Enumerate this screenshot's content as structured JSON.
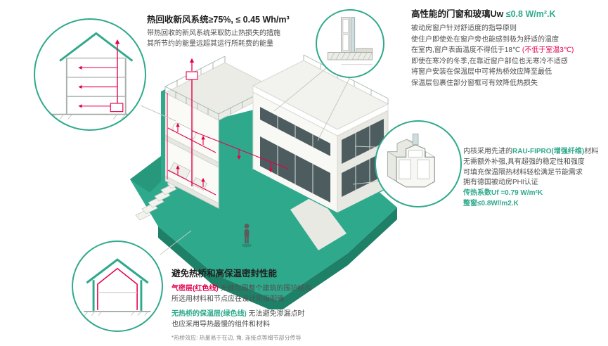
{
  "colors": {
    "accent_teal": "#2fa98c",
    "accent_red": "#e5004b",
    "title_dark": "#1f1f1f",
    "body_gray": "#4f4f4f",
    "terrain_dark": "#1d8067",
    "glass_dark": "#4d5c5f"
  },
  "ventilation": {
    "title": "热回收新风系统≥75%, ≤ 0.45 Wh/m³",
    "line1": "带热回收的新风系统采取防止热损失的措施",
    "line2": "其所节约的能量远超其运行所耗费的能量"
  },
  "windows": {
    "title_main": "高性能的门窗和玻璃Uw ",
    "title_value": "≤0.8 W/m².K",
    "line1": "被动房窗户针对舒适度的指导原则",
    "line2": "使住户即使处在窗户旁也能感到极为舒适的温度",
    "line3_pre": "在室内,窗户表面温度不得低于18℃ ",
    "line3_red": "(不低于室温3℃)",
    "line4": "即使在寒冷的冬季,在靠近窗户部位也无寒冷不适感",
    "line5": "将窗户安装在保温层中可将热桥效应降至最低",
    "line6": "保温层包裹住部分窗框可有效降低热损失"
  },
  "profile": {
    "line1_pre": "内核采用先进的",
    "line1_green": "RAU-FIPRO(增强纤维)",
    "line1_post": "材料",
    "line2": "无需额外补强,具有超强的稳定性和强度",
    "line3": "可填充保温隔热材料轻松满足节能需求",
    "line4": "拥有德国被动房PHI认证",
    "line5": "传热系数Uf =0.79 W/m²K",
    "line6": "整窗≤0.8W//m2.K"
  },
  "thermal": {
    "title": "避免热桥和高保温密封性能",
    "airtight_label": "气密层(红色线)",
    "airtight_text": " 无缝包围整个建筑的围护结构",
    "airtight_line2": "所选用材料和节点应在设计阶段明确",
    "insulation_label": "无热桥的保温层(绿色线)",
    "insulation_text": " 无法避免渗漏点时",
    "insulation_line2": "也应采用导热最慢的组件和材料",
    "footnote": "*热桥效应: 热量易于在边, 角, 连接点等细节部分传导"
  },
  "illustrations": {
    "main_house": "isometric-cutaway-passive-house",
    "cross_section": "house-cross-section-with-ventilation-arrows",
    "window_corner": "window-corner-technical-detail",
    "window_profile": "window-frame-profile-3d",
    "thermal_outline": "house-envelope-red-green-lines"
  }
}
